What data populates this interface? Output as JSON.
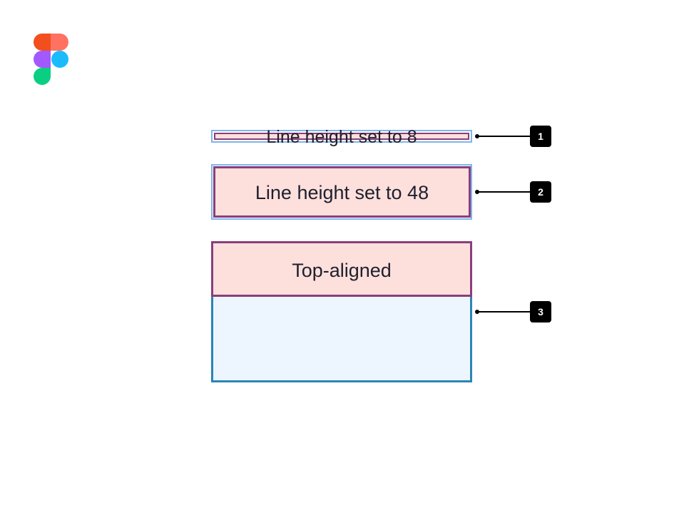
{
  "logo": {
    "name": "figma-logo"
  },
  "examples": [
    {
      "label": "Line height set to 8",
      "marker": "1"
    },
    {
      "label": "Line height set to 48",
      "marker": "2"
    },
    {
      "label": "Top-aligned",
      "marker": "3"
    }
  ],
  "colors": {
    "outer_border": "#7fb6ec",
    "text_box_border": "#8a3e7c",
    "text_box_fill": "#fde0dc",
    "container_border": "#2b85b6",
    "container_fill": "#edf6fe",
    "marker": "#000000",
    "text": "#1f1f2e"
  }
}
